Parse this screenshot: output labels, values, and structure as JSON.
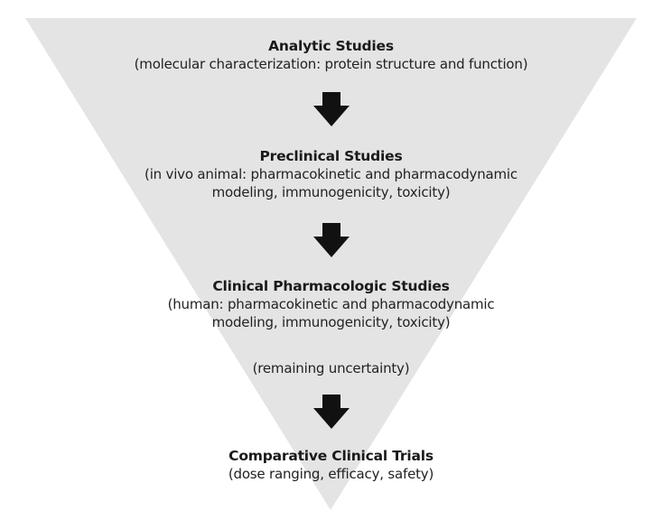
{
  "colors": {
    "funnel_fill": "#e4e4e4",
    "arrow_fill": "#111111",
    "text": "#1f1f1f"
  },
  "stages": [
    {
      "title": "Analytic Studies",
      "description_lines": [
        "(molecular characterization: protein structure and function)"
      ]
    },
    {
      "title": "Preclinical Studies",
      "description_lines": [
        "(in vivo animal: pharmacokinetic and pharmacodynamic",
        "modeling, immunogenicity, toxicity)"
      ]
    },
    {
      "title": "Clinical Pharmacologic Studies",
      "description_lines": [
        "(human: pharmacokinetic and pharmacodynamic",
        "modeling, immunogenicity, toxicity)"
      ]
    },
    {
      "title": "Comparative Clinical Trials",
      "description_lines": [
        "(dose ranging, efficacy, safety)"
      ]
    }
  ],
  "note": "(remaining uncertainty)",
  "arrow_icon": "down-arrow-icon"
}
